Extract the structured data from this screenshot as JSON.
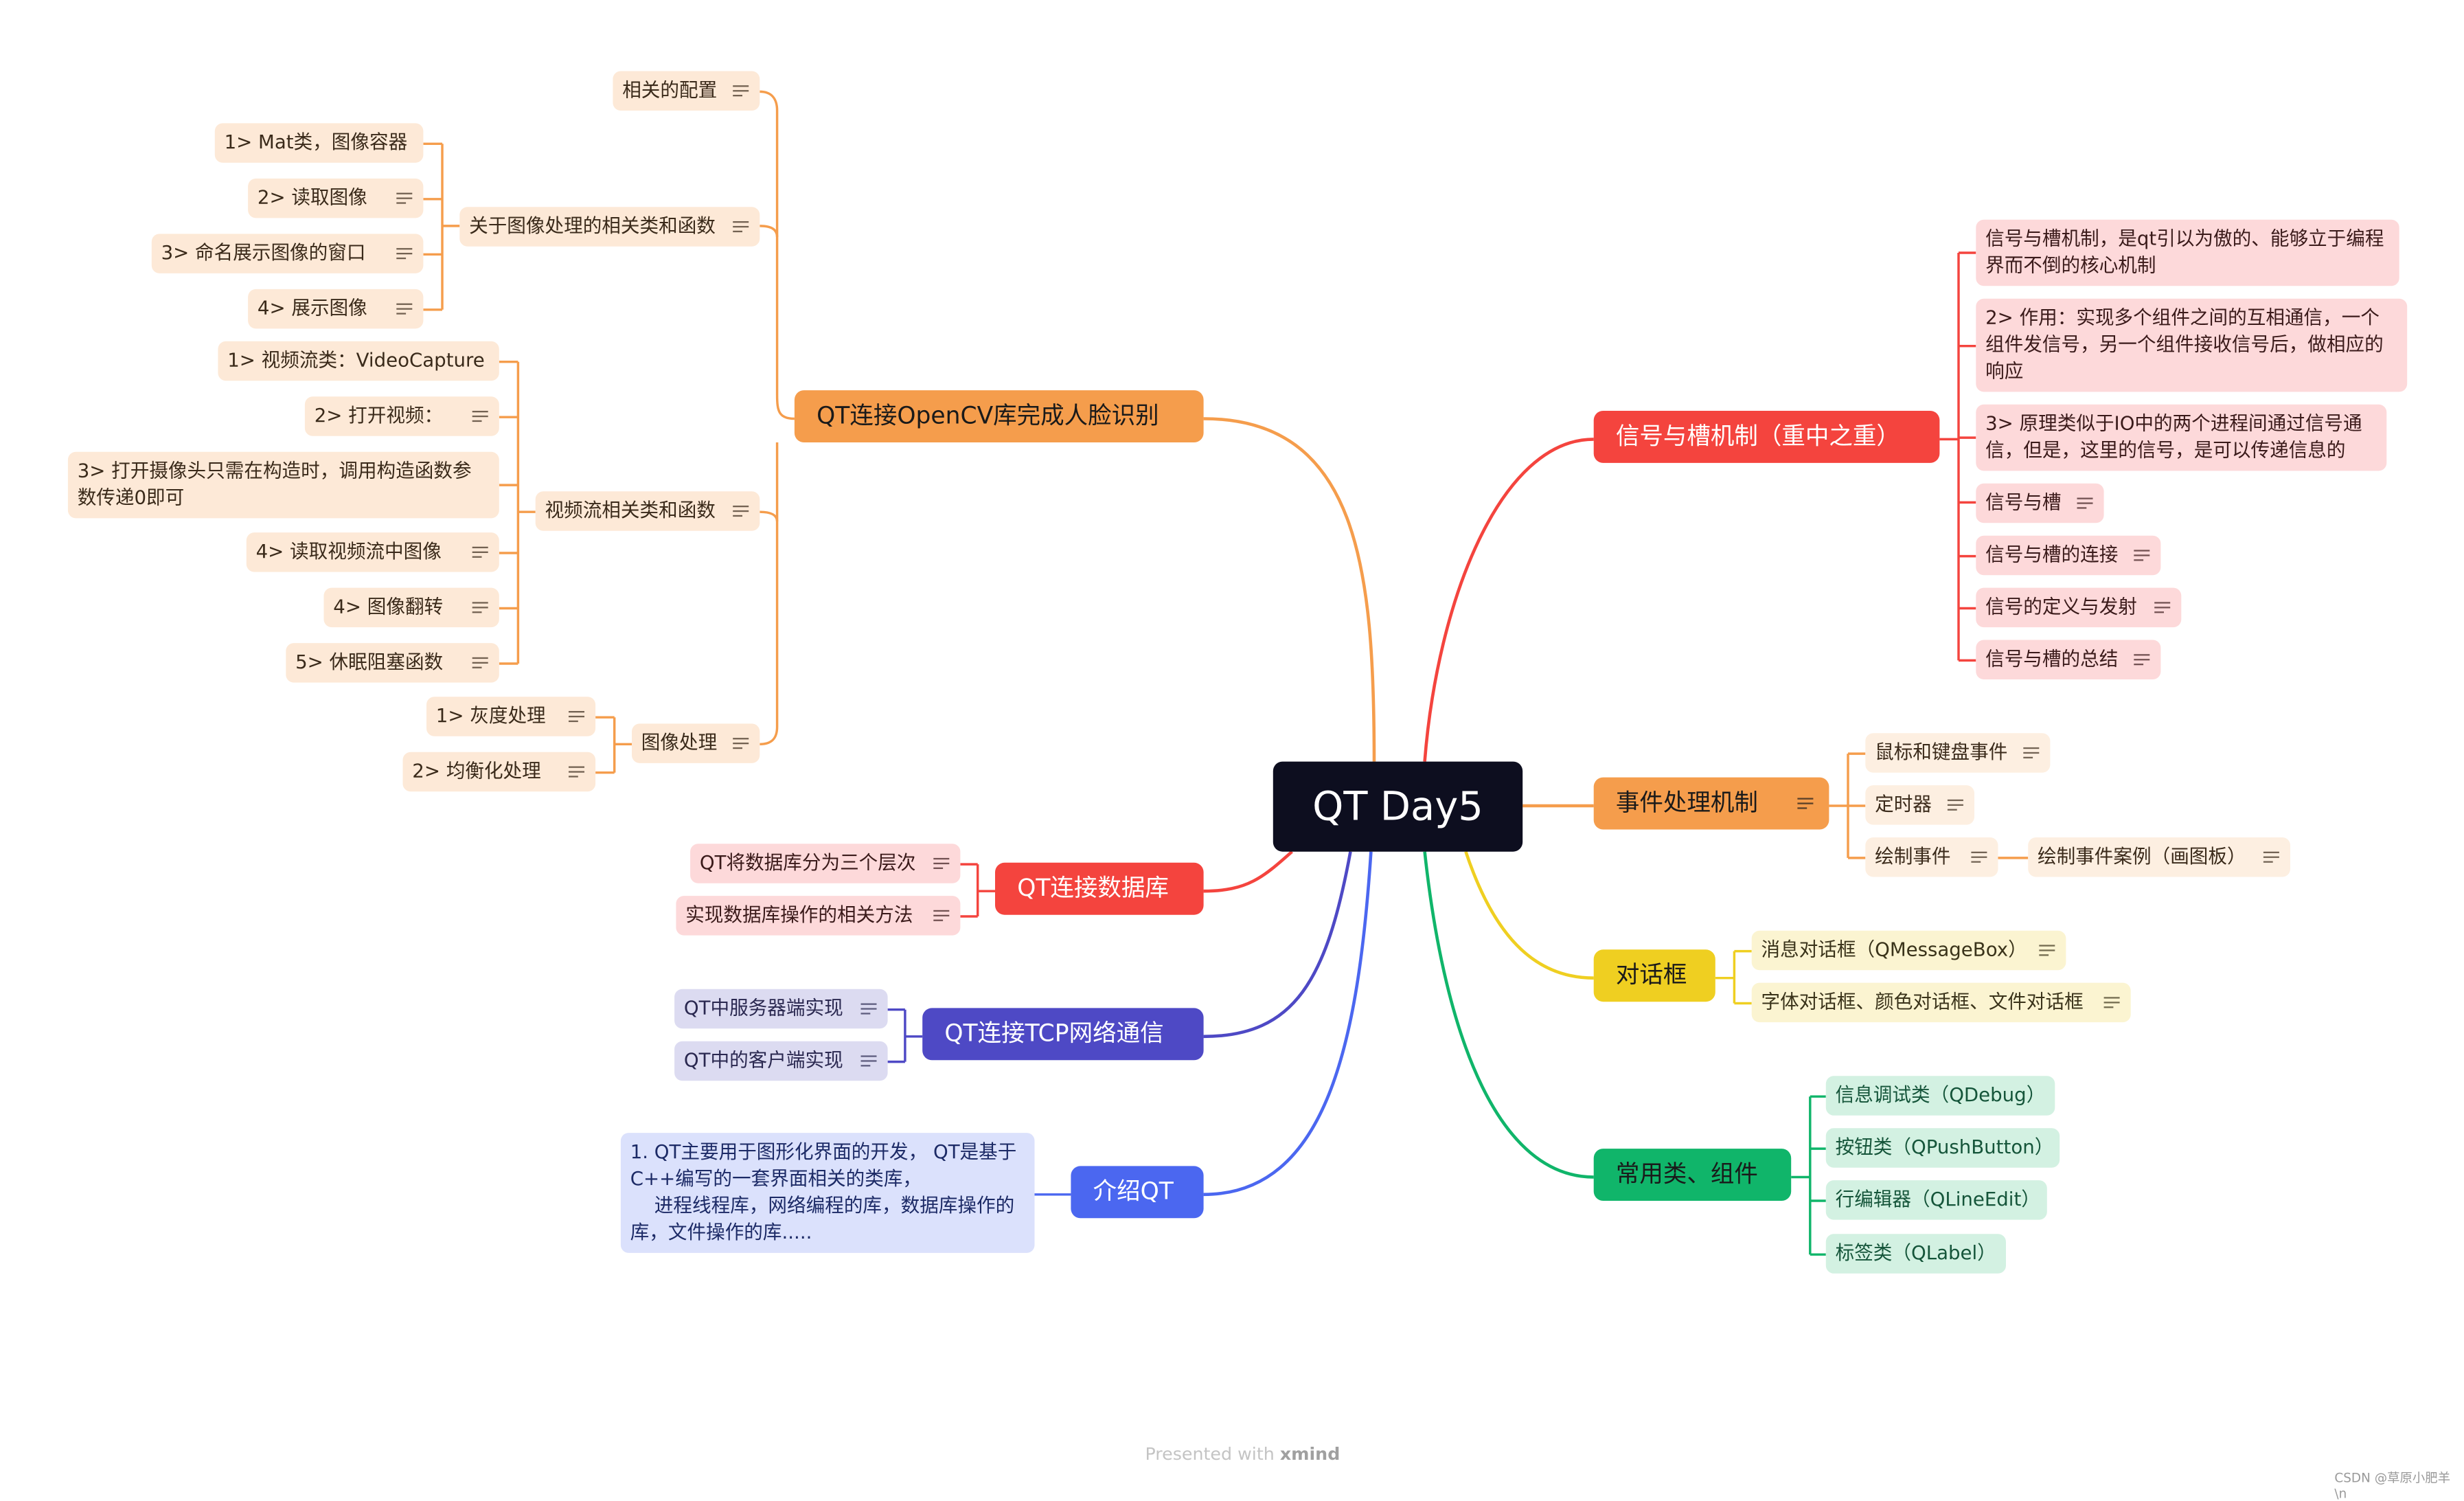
{
  "center": {
    "title": "QT Day5"
  },
  "branches": {
    "opencv": {
      "title": "QT连接OpenCV库完成人脸识别",
      "config": "相关的配置",
      "image_group": {
        "title": "关于图像处理的相关类和函数",
        "items": [
          "1>    Mat类，图像容器",
          "2>    读取图像",
          "3>    命名展示图像的窗口",
          "4>    展示图像"
        ]
      },
      "video_group": {
        "title": "视频流相关类和函数",
        "items": [
          "1>    视频流类：VideoCapture",
          "2>    打开视频：",
          "3>    打开摄像头只需在构造时，调用构造函数参数传递0即可",
          "4>    读取视频流中图像",
          "4>    图像翻转",
          "5>    休眠阻塞函数"
        ]
      },
      "process_group": {
        "title": "图像处理",
        "items": [
          "1>    灰度处理",
          "2>    均衡化处理"
        ]
      }
    },
    "database": {
      "title": "QT连接数据库",
      "items": [
        "QT将数据库分为三个层次",
        "实现数据库操作的相关方法"
      ]
    },
    "tcp": {
      "title": "QT连接TCP网络通信",
      "items": [
        "QT中服务器端实现",
        "QT中的客户端实现"
      ]
    },
    "intro": {
      "title": "介绍QT",
      "note": "1. QT主要用于图形化界面的开发， QT是基于C++编写的一套界面相关的类库，\n    进程线程库，网络编程的库，数据库操作的库，文件操作的库....."
    },
    "signals": {
      "title": "信号与槽机制（重中之重）",
      "items": [
        "信号与槽机制，是qt引以为傲的、能够立于编程界而不倒的核心机制",
        "2>    作用：实现多个组件之间的互相通信，一个组件发信号，另一个组件接收信号后，做相应的响应",
        "3>    原理类似于IO中的两个进程间通过信号通信，但是，这里的信号，是可以传递信息的",
        "信号与槽",
        "信号与槽的连接",
        "信号的定义与发射",
        "信号与槽的总结"
      ]
    },
    "events": {
      "title": "事件处理机制",
      "items": [
        "鼠标和键盘事件",
        "定时器",
        "绘制事件"
      ],
      "paint_child": "绘制事件案例（画图板）"
    },
    "dialogs": {
      "title": "对话框",
      "items": [
        "消息对话框（QMessageBox）",
        "字体对话框、颜色对话框、文件对话框"
      ]
    },
    "widgets": {
      "title": "常用类、组件",
      "items": [
        "信息调试类（QDebug）",
        "按钮类（QPushButton）",
        "行编辑器（QLineEdit）",
        "标签类（QLabel）"
      ]
    }
  },
  "colors": {
    "center": "#0d0e1f",
    "opencv": "#f59d4c",
    "database": "#f4443e",
    "tcp": "#4e49c5",
    "intro": "#4b67f0",
    "signals": "#f4443e",
    "events": "#f59d4c",
    "dialogs": "#efcf21",
    "widgets": "#10b56a"
  },
  "footer": {
    "prefix": "Presented with ",
    "brand": "xmind"
  },
  "watermark": "CSDN @草原小肥羊 \\n"
}
